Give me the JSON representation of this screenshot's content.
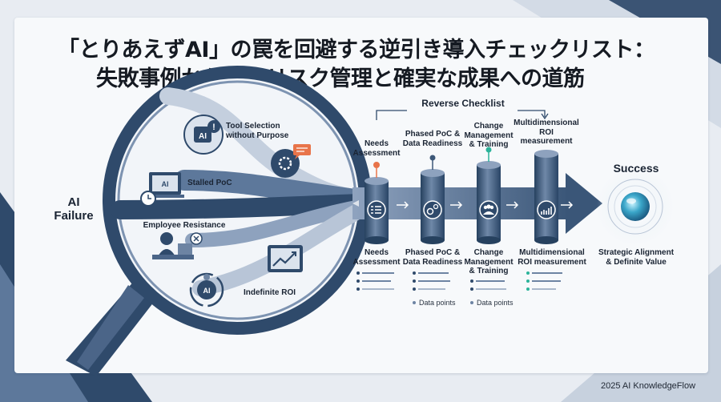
{
  "title": {
    "line1": "「とりあえずAI」の罠を回避する逆引き導入チェックリスト：",
    "line2": "失敗事例から学ぶリスク管理と確実な成果への道筋"
  },
  "failure": {
    "label": "AI\nFailure",
    "items": [
      {
        "label": "Tool Selection\nwithout Purpose",
        "icon": "ai-chip-question-icon"
      },
      {
        "label": "Stalled PoC",
        "icon": "stalled-laptop-clock-icon"
      },
      {
        "label": "Employee Resistance",
        "icon": "person-resistance-icon"
      },
      {
        "label": "Indefinite ROI",
        "icon": "ai-cycle-icon"
      }
    ],
    "extra_icons": [
      "gear-head-speech-icon",
      "trend-chart-icon"
    ]
  },
  "checklist": {
    "title": "Reverse Checklist",
    "steps": [
      {
        "top_label": "Needs\nAssessment",
        "bottom_label": "Needs\nAssessment",
        "icon": "checklist-icon",
        "marker": "#e8744a"
      },
      {
        "top_label": "Phased PoC &\nData Readiness",
        "bottom_label": "Phased PoC &\nData Readiness",
        "icon": "gears-icon",
        "marker": "#3d5878",
        "note": "Data points"
      },
      {
        "top_label": "Change\nManagement\n& Training",
        "bottom_label": "Change\nManagement\n& Training",
        "icon": "people-icon",
        "marker": "#2bb39a",
        "note": "Data points"
      },
      {
        "top_label": "Multidimensional\nROI\nmeasurement",
        "bottom_label": "Multidimensional\nROI measurement",
        "icon": "bar-chart-icon",
        "marker": "#3d5878"
      }
    ]
  },
  "success": {
    "label": "Success",
    "sub": "Strategic Alignment\n& Definite Value",
    "icon": "success-orb-icon"
  },
  "footer": "2025 AI KnowledgeFlow",
  "colors": {
    "navy": "#2f4a6b",
    "mid": "#6d84a3",
    "light": "#a9b7cb",
    "accent_orange": "#e8744a",
    "accent_teal": "#2bb39a"
  }
}
